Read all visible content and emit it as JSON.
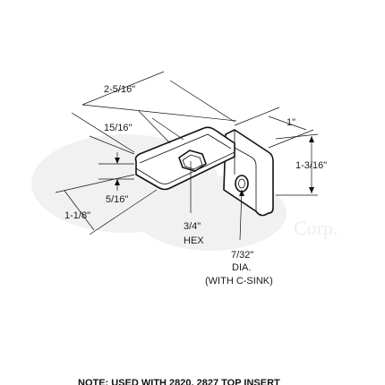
{
  "watermark": {
    "suffix_text": "Corp."
  },
  "dimensions": {
    "overall_length": "2-5/16\"",
    "seat_length": "15/16\"",
    "width": "1\"",
    "flange_height": "1-3/16\"",
    "seat_thickness": "5/16\"",
    "base_depth": "1-1/8\"",
    "hex_size": "3/4\"",
    "hex_label": "HEX",
    "hole_size": "7/32\"",
    "hole_label": "DIA.",
    "hole_note": "(WITH C-SINK)"
  },
  "note": "NOTE: USED WITH 2820, 2827 TOP INSERT"
}
